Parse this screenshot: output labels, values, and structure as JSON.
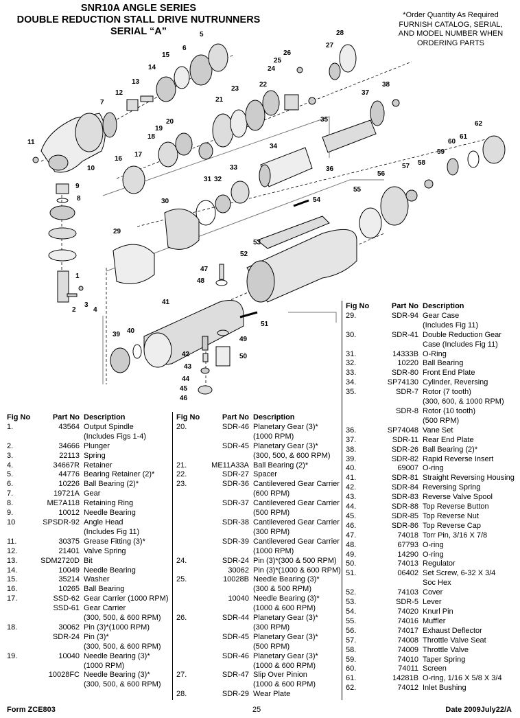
{
  "header": {
    "title_lines": [
      "SNR10A ANGLE SERIES",
      "DOUBLE REDUCTION STALL DRIVE NUTRUNNERS",
      "SERIAL “A”"
    ],
    "order_note_lines": [
      "*Order Quantity As Required",
      "FURNISH CATALOG, SERIAL,",
      "AND MODEL NUMBER WHEN",
      "ORDERING PARTS"
    ]
  },
  "table_headers": {
    "fig": "Fig No",
    "part": "Part No",
    "desc": "Description"
  },
  "callouts": [
    "5",
    "6",
    "15",
    "14",
    "13",
    "12",
    "7",
    "28",
    "27",
    "26",
    "25",
    "24",
    "22",
    "23",
    "21",
    "38",
    "37",
    "20",
    "19",
    "18",
    "17",
    "16",
    "11",
    "10",
    "35",
    "34",
    "33",
    "36",
    "62",
    "61",
    "60",
    "59",
    "58",
    "57",
    "56",
    "55",
    "54",
    "53",
    "52",
    "51",
    "50",
    "49",
    "48",
    "47",
    "46",
    "45",
    "44",
    "43",
    "42",
    "41",
    "40",
    "39",
    "32",
    "31",
    "30",
    "29",
    "9",
    "8",
    "4",
    "3",
    "2",
    "1"
  ],
  "table_left": [
    {
      "fig": "1.",
      "part": "43564",
      "desc": "Output Spindle"
    },
    {
      "fig": "",
      "part": "",
      "desc": "(Includes Figs 1-4)"
    },
    {
      "fig": "2.",
      "part": "34666",
      "desc": "Plunger"
    },
    {
      "fig": "3.",
      "part": "22113",
      "desc": "Spring"
    },
    {
      "fig": "4.",
      "part": "34667R",
      "desc": "Retainer"
    },
    {
      "fig": "5.",
      "part": "44776",
      "desc": "Bearing Retainer (2)*"
    },
    {
      "fig": "6.",
      "part": "10226",
      "desc": "Ball Bearing (2)*"
    },
    {
      "fig": "7.",
      "part": "19721A",
      "desc": "Gear"
    },
    {
      "fig": "8.",
      "part": "ME7A118",
      "desc": "Retaining Ring"
    },
    {
      "fig": "9.",
      "part": "10012",
      "desc": "Needle Bearing"
    },
    {
      "fig": "10",
      "part": "SPSDR-92",
      "desc": "Angle Head"
    },
    {
      "fig": "",
      "part": "",
      "desc": "(Includes Fig 11)"
    },
    {
      "fig": "11.",
      "part": "30375",
      "desc": "Grease Fitting (3)*"
    },
    {
      "fig": "12.",
      "part": "21401",
      "desc": "Valve Spring"
    },
    {
      "fig": "13.",
      "part": "SDM2720D",
      "desc": "Bit"
    },
    {
      "fig": "14.",
      "part": "10049",
      "desc": "Needle Bearing"
    },
    {
      "fig": "15.",
      "part": "35214",
      "desc": "Washer"
    },
    {
      "fig": "16.",
      "part": "10265",
      "desc": "Ball Bearing"
    },
    {
      "fig": "17.",
      "part": "SSD-62",
      "desc": "Gear Carrier (1000 RPM)"
    },
    {
      "fig": "",
      "part": "SSD-61",
      "desc": "Gear Carrier"
    },
    {
      "fig": "",
      "part": "",
      "desc": "(300, 500, & 600 RPM)"
    },
    {
      "fig": "18.",
      "part": "30062",
      "desc": "Pin (3)*(1000 RPM)"
    },
    {
      "fig": "",
      "part": "SDR-24",
      "desc": "Pin (3)*"
    },
    {
      "fig": "",
      "part": "",
      "desc": "(300, 500, & 600 RPM)"
    },
    {
      "fig": "19.",
      "part": "10040",
      "desc": "Needle Bearing (3)*"
    },
    {
      "fig": "",
      "part": "",
      "desc": "(1000 RPM)"
    },
    {
      "fig": "",
      "part": "10028FC",
      "desc": "Needle Bearing (3)*"
    },
    {
      "fig": "",
      "part": "",
      "desc": "(300, 500, & 600 RPM)"
    }
  ],
  "table_mid": [
    {
      "fig": "20.",
      "part": "SDR-46",
      "desc": "Planetary Gear (3)*"
    },
    {
      "fig": "",
      "part": "",
      "desc": "(1000 RPM)"
    },
    {
      "fig": "",
      "part": "SDR-45",
      "desc": "Planetary Gear (3)*"
    },
    {
      "fig": "",
      "part": "",
      "desc": "(300, 500, & 600 RPM)"
    },
    {
      "fig": "21.",
      "part": "ME11A33A",
      "desc": "Ball Bearing (2)*"
    },
    {
      "fig": "22.",
      "part": "SDR-27",
      "desc": "Spacer"
    },
    {
      "fig": "23.",
      "part": "SDR-36",
      "desc": "Cantilevered Gear Carrier"
    },
    {
      "fig": "",
      "part": "",
      "desc": "(600 RPM)"
    },
    {
      "fig": "",
      "part": "SDR-37",
      "desc": "Cantilevered Gear Carrier"
    },
    {
      "fig": "",
      "part": "",
      "desc": "(500 RPM)"
    },
    {
      "fig": "",
      "part": "SDR-38",
      "desc": "Cantilevered Gear Carrier"
    },
    {
      "fig": "",
      "part": "",
      "desc": "(300 RPM)"
    },
    {
      "fig": "",
      "part": "SDR-39",
      "desc": "Cantilevered Gear Carrier"
    },
    {
      "fig": "",
      "part": "",
      "desc": "(1000 RPM)"
    },
    {
      "fig": "24.",
      "part": "SDR-24",
      "desc": "Pin (3)*(300 & 500 RPM)"
    },
    {
      "fig": "",
      "part": "30062",
      "desc": "Pin (3)*(1000 & 600 RPM)"
    },
    {
      "fig": "25.",
      "part": "10028B",
      "desc": "Needle Bearing (3)*"
    },
    {
      "fig": "",
      "part": "",
      "desc": "(300 & 500 RPM)"
    },
    {
      "fig": "",
      "part": "10040",
      "desc": "Needle Bearing (3)*"
    },
    {
      "fig": "",
      "part": "",
      "desc": "(1000 & 600 RPM)"
    },
    {
      "fig": "26.",
      "part": "SDR-44",
      "desc": "Planetary Gear (3)*"
    },
    {
      "fig": "",
      "part": "",
      "desc": "(300 RPM)"
    },
    {
      "fig": "",
      "part": "SDR-45",
      "desc": "Planetary Gear (3)*"
    },
    {
      "fig": "",
      "part": "",
      "desc": "(500 RPM)"
    },
    {
      "fig": "",
      "part": "SDR-46",
      "desc": "Planetary Gear (3)*"
    },
    {
      "fig": "",
      "part": "",
      "desc": "(1000 & 600 RPM)"
    },
    {
      "fig": "27.",
      "part": "SDR-47",
      "desc": "Slip Over Pinion"
    },
    {
      "fig": "",
      "part": "",
      "desc": "(1000 & 600 RPM)"
    },
    {
      "fig": "28.",
      "part": "SDR-29",
      "desc": "Wear Plate"
    }
  ],
  "table_right": [
    {
      "fig": "29.",
      "part": "SDR-94",
      "desc": "Gear Case"
    },
    {
      "fig": "",
      "part": "",
      "desc": "(Includes Fig 11)"
    },
    {
      "fig": "30.",
      "part": "SDR-41",
      "desc": "Double Reduction Gear"
    },
    {
      "fig": "",
      "part": "",
      "desc": "Case (Includes Fig 11)"
    },
    {
      "fig": "31.",
      "part": "14333B",
      "desc": "O-Ring"
    },
    {
      "fig": "32.",
      "part": "10220",
      "desc": "Ball Bearing"
    },
    {
      "fig": "33.",
      "part": "SDR-80",
      "desc": "Front End Plate"
    },
    {
      "fig": "34.",
      "part": "SP74130",
      "desc": "Cylinder, Reversing"
    },
    {
      "fig": "35.",
      "part": "SDR-7",
      "desc": "Rotor (7 tooth)"
    },
    {
      "fig": "",
      "part": "",
      "desc": "(300, 600, & 1000 RPM)"
    },
    {
      "fig": "",
      "part": "SDR-8",
      "desc": "Rotor (10 tooth)"
    },
    {
      "fig": "",
      "part": "",
      "desc": "(500 RPM)"
    },
    {
      "fig": "36.",
      "part": "SP74048",
      "desc": "Vane Set"
    },
    {
      "fig": "37.",
      "part": "SDR-11",
      "desc": "Rear End Plate"
    },
    {
      "fig": "38.",
      "part": "SDR-26",
      "desc": "Ball Bearing (2)*"
    },
    {
      "fig": "39.",
      "part": "SDR-82",
      "desc": "Rapid Reverse Insert"
    },
    {
      "fig": "40.",
      "part": "69007",
      "desc": "O-ring"
    },
    {
      "fig": "41.",
      "part": "SDR-81",
      "desc": "Straight Reversing Housing"
    },
    {
      "fig": "42.",
      "part": "SDR-84",
      "desc": "Reversing Spring"
    },
    {
      "fig": "43.",
      "part": "SDR-83",
      "desc": "Reverse Valve Spool"
    },
    {
      "fig": "44.",
      "part": "SDR-88",
      "desc": "Top Reverse Button"
    },
    {
      "fig": "45.",
      "part": "SDR-85",
      "desc": "Top Reverse Nut"
    },
    {
      "fig": "46.",
      "part": "SDR-86",
      "desc": "Top Reverse Cap"
    },
    {
      "fig": "47.",
      "part": "74018",
      "desc": "Torr Pin, 3/16 X 7/8"
    },
    {
      "fig": "48.",
      "part": "67793",
      "desc": "O-ring"
    },
    {
      "fig": "49.",
      "part": "14290",
      "desc": "O-ring"
    },
    {
      "fig": "50.",
      "part": "74013",
      "desc": "Regulator"
    },
    {
      "fig": "51.",
      "part": "06402",
      "desc": "Set Screw, 6-32 X 3/4"
    },
    {
      "fig": "",
      "part": "",
      "desc": "Soc Hex"
    },
    {
      "fig": "52.",
      "part": "74103",
      "desc": "Cover"
    },
    {
      "fig": "53.",
      "part": "SDR-5",
      "desc": "Lever"
    },
    {
      "fig": "54.",
      "part": "74020",
      "desc": "Knurl Pin"
    },
    {
      "fig": "55.",
      "part": "74016",
      "desc": "Muffler"
    },
    {
      "fig": "56.",
      "part": "74017",
      "desc": "Exhaust Deflector"
    },
    {
      "fig": "57.",
      "part": "74008",
      "desc": "Throttle Valve Seat"
    },
    {
      "fig": "58.",
      "part": "74009",
      "desc": "Throttle Valve"
    },
    {
      "fig": "59.",
      "part": "74010",
      "desc": "Taper Spring"
    },
    {
      "fig": "60.",
      "part": "74011",
      "desc": "Screen"
    },
    {
      "fig": "61.",
      "part": "14281B",
      "desc": "O-ring, 1/16 X 5/8 X 3/4"
    },
    {
      "fig": "62.",
      "part": "74012",
      "desc": "Inlet Bushing"
    }
  ],
  "footer": {
    "form": "Form ZCE803",
    "page": "25",
    "date": "Date 2009July22/A"
  }
}
